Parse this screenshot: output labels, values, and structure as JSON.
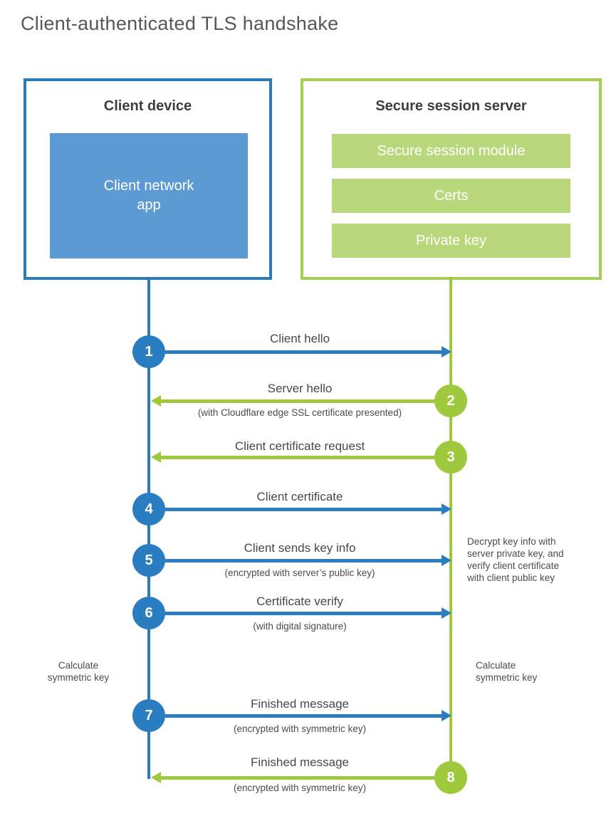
{
  "title": "Client-authenticated TLS handshake",
  "colors": {
    "blue": "#2b7dc1",
    "blue_border": "#2b7ab9",
    "blue_fill": "#5b9ad3",
    "green": "#9fc93c",
    "green_border": "#a5cf52",
    "green_fill": "#b9d87b",
    "text": "#4a4b4f"
  },
  "client": {
    "title": "Client device",
    "app_label": "Client network\napp"
  },
  "server": {
    "title": "Secure session server",
    "modules": [
      "Secure session module",
      "Certs",
      "Private key"
    ]
  },
  "steps": [
    {
      "num": "1",
      "label": "Client hello",
      "sub": "",
      "direction": "client-to-server"
    },
    {
      "num": "2",
      "label": "Server hello",
      "sub": "(with Cloudflare edge SSL certificate presented)",
      "direction": "server-to-client"
    },
    {
      "num": "3",
      "label": "Client certificate request",
      "sub": "",
      "direction": "server-to-client"
    },
    {
      "num": "4",
      "label": "Client certificate",
      "sub": "",
      "direction": "client-to-server"
    },
    {
      "num": "5",
      "label": "Client sends key info",
      "sub": "(encrypted with server’s public key)",
      "direction": "client-to-server"
    },
    {
      "num": "6",
      "label": "Certificate verify",
      "sub": "(with digital signature)",
      "direction": "client-to-server"
    },
    {
      "num": "7",
      "label": "Finished message",
      "sub": "(encrypted with symmetric key)",
      "direction": "client-to-server"
    },
    {
      "num": "8",
      "label": "Finished message",
      "sub": "(encrypted with symmetric key)",
      "direction": "server-to-client"
    }
  ],
  "annotations": {
    "calc_left": "Calculate\nsymmetric key",
    "calc_right": "Calculate\nsymmetric key",
    "decrypt_note": "Decrypt key info with\nserver private key, and\nverify client certificate\nwith client public key"
  }
}
